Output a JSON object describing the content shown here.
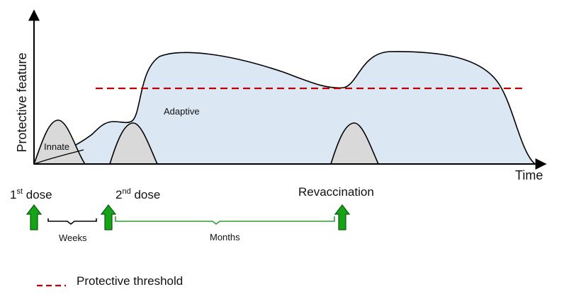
{
  "axes": {
    "y_label": "Protective feature",
    "x_label": "Time"
  },
  "curves": {
    "innate_label": "Innate",
    "adaptive_label": "Adaptive"
  },
  "doses": {
    "first": {
      "number": "1",
      "suffix": "st",
      "word": "dose"
    },
    "second": {
      "number": "2",
      "suffix": "nd",
      "word": "dose"
    },
    "revaccination": "Revaccination"
  },
  "intervals": {
    "weeks": "Weeks",
    "months": "Months"
  },
  "legend": {
    "threshold_label": "Protective threshold"
  },
  "colors": {
    "adaptive_fill": "#dce7f4",
    "innate_fill": "#d9d9d9",
    "threshold": "#c00000",
    "arrow_fill": "#17a317",
    "months_bracket": "#30a030"
  },
  "icons": {
    "dose_marker": "up-arrow-icon"
  }
}
